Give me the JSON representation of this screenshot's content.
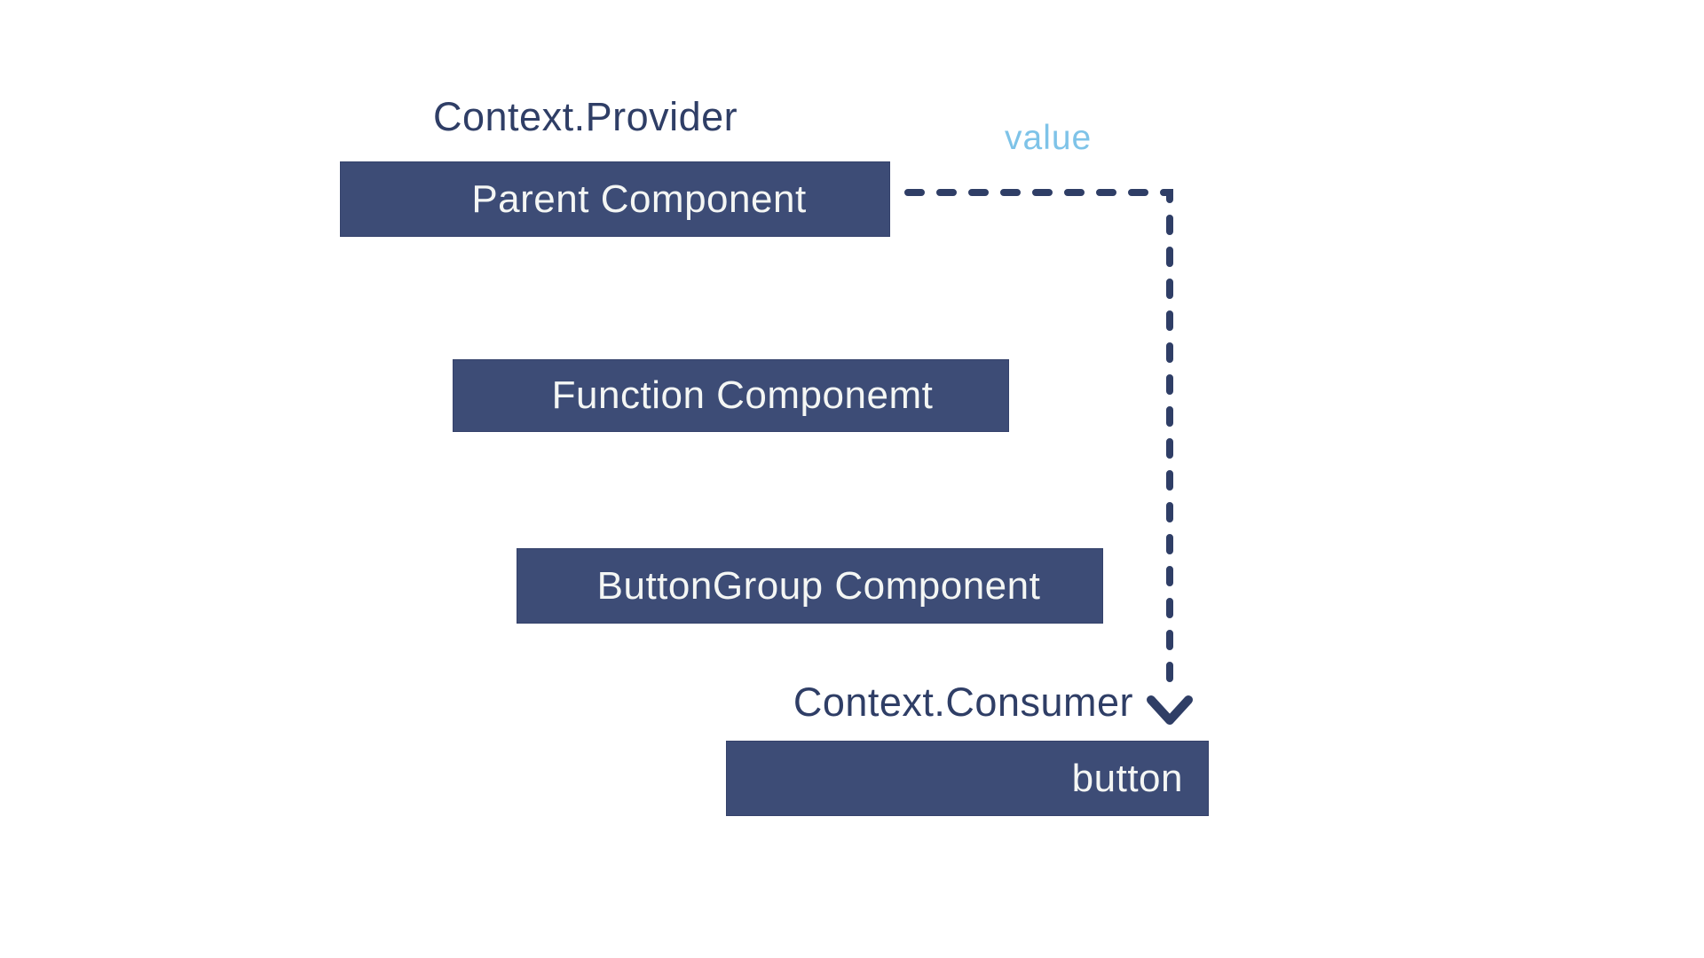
{
  "diagram": {
    "labels": {
      "provider": "Context.Provider",
      "value": "value",
      "consumer": "Context.Consumer"
    },
    "nodes": {
      "parent": "Parent Component",
      "function": "Function Componemt",
      "buttongroup": "ButtonGroup Component",
      "button": "button"
    },
    "colors": {
      "box_fill": "#3d4c76",
      "box_border": "#35426b",
      "box_text": "#f4f6f4",
      "navy": "#2f3e66",
      "value_blue": "#7ec3e8",
      "background": "#ffffff"
    }
  }
}
